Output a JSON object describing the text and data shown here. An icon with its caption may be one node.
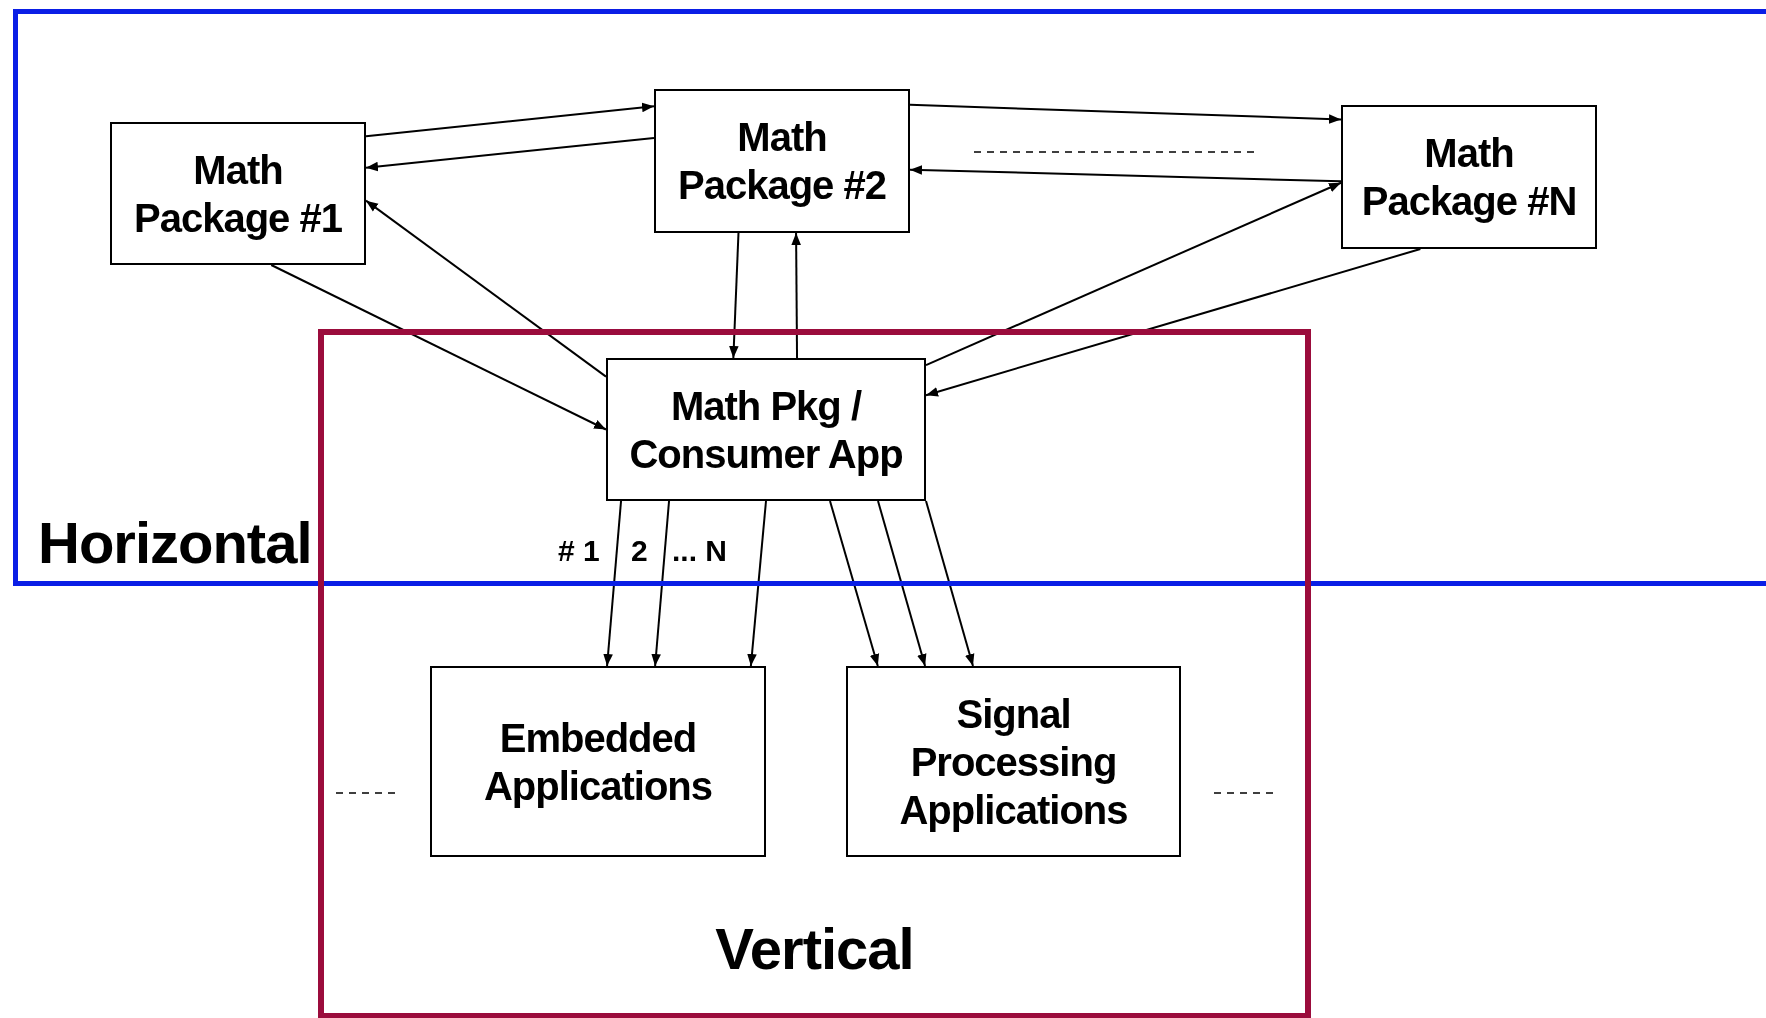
{
  "diagram": {
    "nodes": [
      {
        "text": [
          "Horizontal"
        ]
      },
      {
        "text": [
          "Vertical"
        ]
      },
      {
        "text": [
          "Math Package #1"
        ],
        "in": 0
      },
      {
        "text": [
          "Math Package #2"
        ],
        "in": 0
      },
      {
        "text": [
          "Math Package #N"
        ],
        "in": 0
      },
      {
        "text": [
          "Math Pkg / Consumer App"
        ]
      },
      {
        "text": [
          "Embedded Applications"
        ],
        "in": 1
      },
      {
        "text": [
          "Signal Processing Applications"
        ],
        "in": 1
      }
    ],
    "edges": [
      {
        "from": 2,
        "to": 3,
        "arrow": "to"
      },
      {
        "from": 3,
        "to": 2,
        "arrow": "to"
      },
      {
        "from": 3,
        "to": 4,
        "arrow": "to"
      },
      {
        "from": 4,
        "to": 3,
        "arrow": "to"
      },
      {
        "from": 2,
        "to": 5,
        "arrow": "to"
      },
      {
        "from": 5,
        "to": 2,
        "arrow": "to"
      },
      {
        "from": 3,
        "to": 5,
        "arrow": "to"
      },
      {
        "from": 5,
        "to": 3,
        "arrow": "to"
      },
      {
        "from": 5,
        "to": 4,
        "arrow": "to"
      },
      {
        "from": 4,
        "to": 5,
        "arrow": "to"
      },
      {
        "from": 5,
        "to": 6,
        "arrow": "to"
      },
      {
        "from": 5,
        "to": 6,
        "arrow": "to"
      },
      {
        "from": 5,
        "to": 6,
        "arrow": "to"
      },
      {
        "from": 5,
        "to": 7,
        "arrow": "to"
      },
      {
        "from": 5,
        "to": 7,
        "arrow": "to"
      },
      {
        "from": 5,
        "to": 7,
        "arrow": "to"
      }
    ],
    "labels": [
      "# 1",
      "2",
      "... N"
    ]
  }
}
